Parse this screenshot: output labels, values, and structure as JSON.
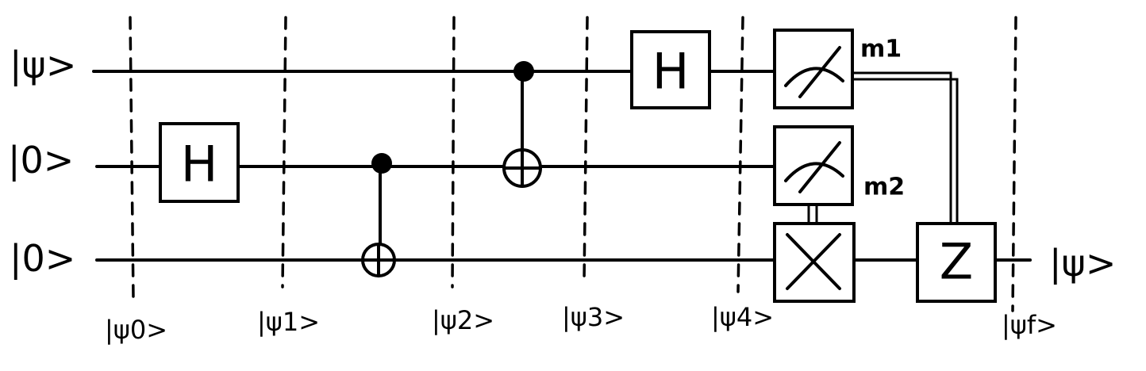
{
  "qubits": [
    {
      "label": "|ψ>"
    },
    {
      "label": "|0>"
    },
    {
      "label": "|0>"
    }
  ],
  "output_label": "|ψ>",
  "states": [
    "|ψ0>",
    "|ψ1>",
    "|ψ2>",
    "|ψ3>",
    "|ψ4>",
    "|ψf>"
  ],
  "gates": {
    "h_q1": "H",
    "h_q0": "H",
    "z_q2": "Z"
  },
  "measurements": {
    "m1": "m1",
    "m2": "m2"
  }
}
